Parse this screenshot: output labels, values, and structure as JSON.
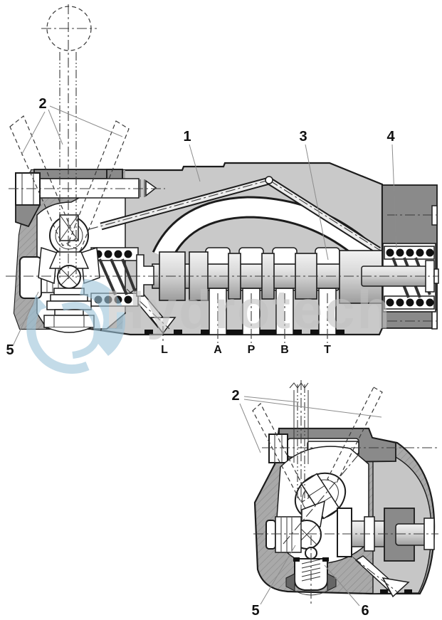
{
  "figure": {
    "kind": "technical cross-section drawing",
    "subject": "Hand lever operated hydraulic directional control valve",
    "views": [
      "main longitudinal section",
      "partial detail section"
    ]
  },
  "watermark": {
    "text": "Hydrotech"
  },
  "main_view": {
    "callouts": [
      {
        "id": "1"
      },
      {
        "id": "2"
      },
      {
        "id": "3"
      },
      {
        "id": "4"
      },
      {
        "id": "5"
      }
    ],
    "port_labels": [
      "L",
      "A",
      "P",
      "B",
      "T"
    ]
  },
  "detail_view": {
    "callouts": [
      {
        "id": "2"
      },
      {
        "id": "5"
      },
      {
        "id": "6"
      }
    ]
  },
  "colors": {
    "body_light": "#c9c9c9",
    "body_mid": "#a9a9a9",
    "body_dark": "#8a8a8a",
    "outline": "#1c1c1c",
    "watermark_text": "#c2c2c2",
    "logo_blue": "#9cc4da"
  }
}
